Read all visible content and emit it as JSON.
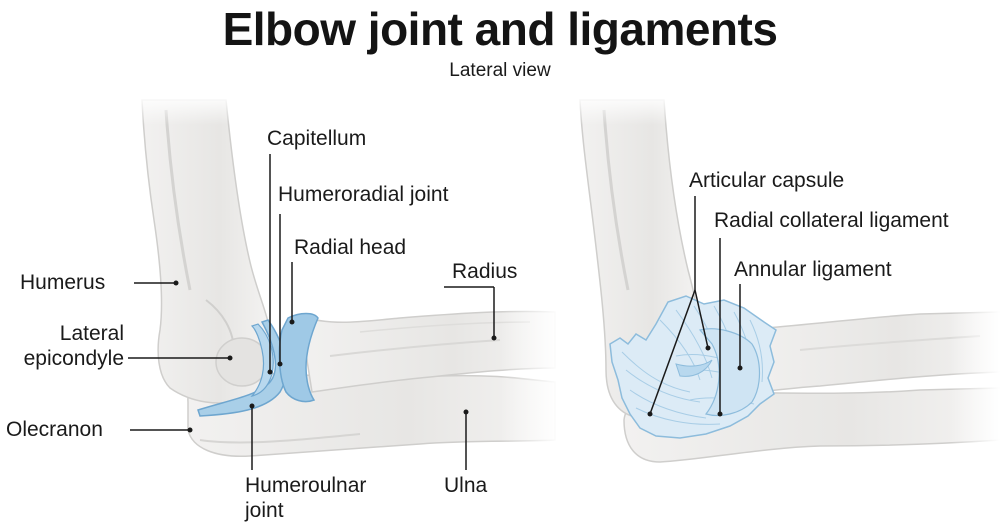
{
  "title": "Elbow joint and ligaments",
  "subtitle": "Lateral view",
  "left_diagram": {
    "labels": {
      "capitellum": "Capitellum",
      "humeroradial_joint": "Humeroradial joint",
      "radial_head": "Radial head",
      "humerus": "Humerus",
      "radius": "Radius",
      "lateral_epicondyle_1": "Lateral",
      "lateral_epicondyle_2": "epicondyle",
      "olecranon": "Olecranon",
      "humeroulnar_joint_1": "Humeroulnar",
      "humeroulnar_joint_2": "joint",
      "ulna": "Ulna"
    }
  },
  "right_diagram": {
    "labels": {
      "articular_capsule": "Articular capsule",
      "radial_collateral_ligament": "Radial collateral ligament",
      "annular_ligament": "Annular ligament"
    }
  },
  "colors": {
    "bone_fill": "#ecebea",
    "bone_shade": "#d9d8d6",
    "bone_outline": "#c8c7c5",
    "cartilage": "#a9cfe8",
    "cartilage_edge": "#6ea6cf",
    "ligament": "#dcebf6",
    "ligament_line": "#8dbcdc",
    "leader": "#1a1a1a"
  }
}
